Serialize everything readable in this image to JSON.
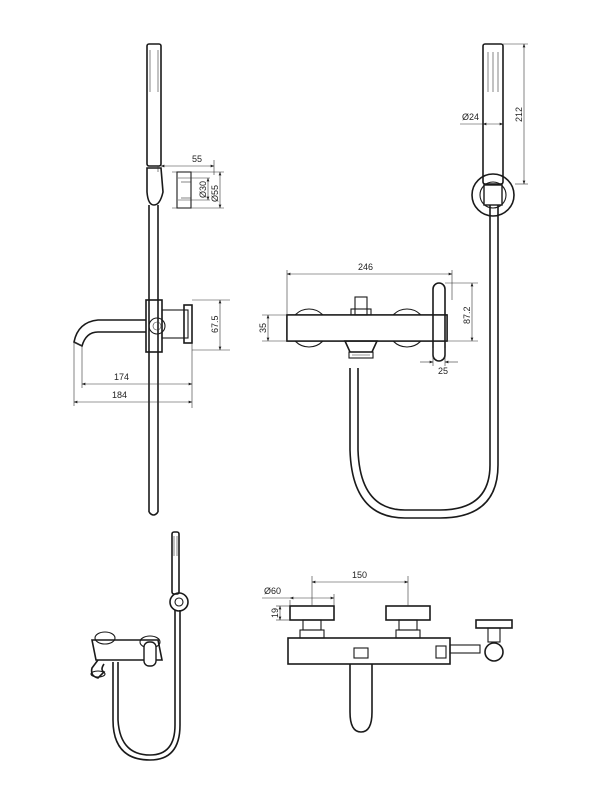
{
  "dimensions": {
    "d55_top": "55",
    "d30": "Ø30",
    "d55_round": "Ø55",
    "d67_5": "67.5",
    "d174": "174",
    "d184": "184",
    "d212": "212",
    "d24": "Ø24",
    "d246": "246",
    "d35": "35",
    "d87_2": "87.2",
    "d25": "25",
    "d60": "Ø60",
    "d150": "150",
    "d19": "19"
  },
  "colors": {
    "line": "#1a1a1a",
    "background": "#ffffff"
  }
}
